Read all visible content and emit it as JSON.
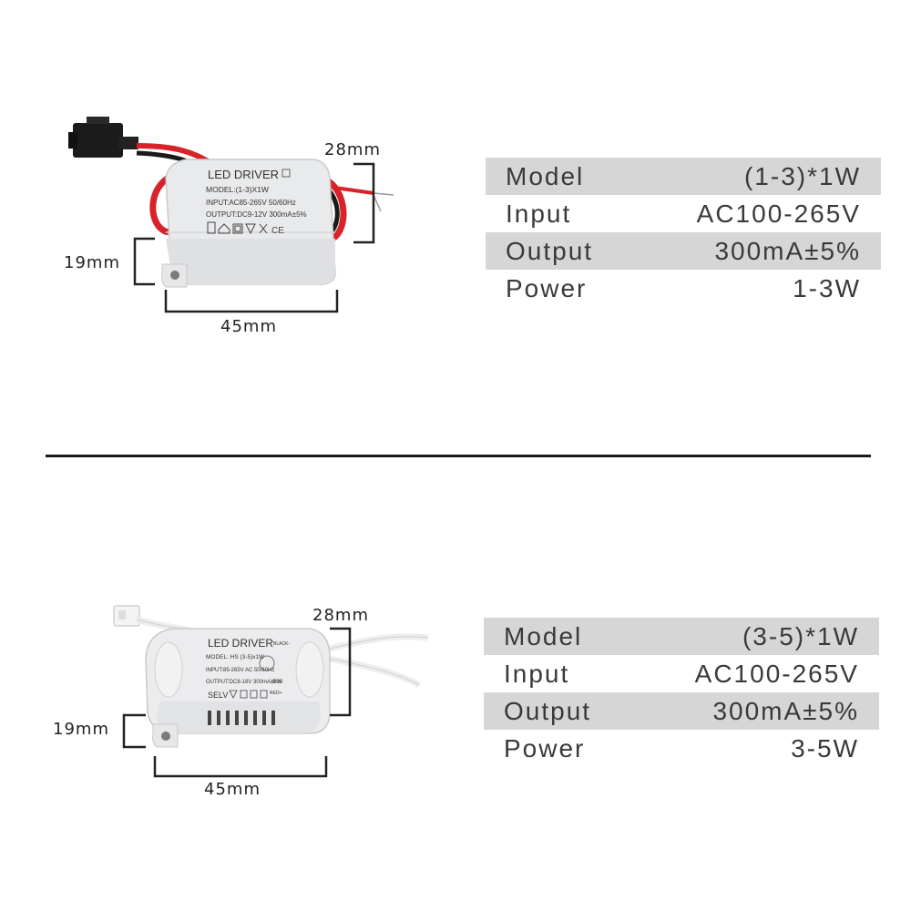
{
  "products": [
    {
      "label": {
        "title": "LED DRIVER",
        "model": "MODEL:(1-3)X1W",
        "input": "INPUT:AC85-265V 50/60Hz",
        "output": "OUTPUT:DC9-12V 300mA±5%"
      },
      "dims": {
        "height": "28mm",
        "side": "19mm",
        "width": "45mm"
      },
      "specs": [
        {
          "name": "Model",
          "value": "(1-3)*1W"
        },
        {
          "name": "Input",
          "value": "AC100-265V"
        },
        {
          "name": "Output",
          "value": "300mA±5%"
        },
        {
          "name": "Power",
          "value": "1-3W"
        }
      ]
    },
    {
      "label": {
        "title": "LED DRIVER",
        "model": "MODEL: HS (3-5)x1W",
        "input": "INPUT:85-265V AC 50/60Hz",
        "output": "OUTPUT:DC8-18V 300mA±5%",
        "ip": "IP20",
        "selv": "SELV",
        "black": "BLACK-",
        "red": "RED+"
      },
      "dims": {
        "height": "28mm",
        "side": "19mm",
        "width": "45mm"
      },
      "specs": [
        {
          "name": "Model",
          "value": "(3-5)*1W"
        },
        {
          "name": "Input",
          "value": "AC100-265V"
        },
        {
          "name": "Output",
          "value": "300mA±5%"
        },
        {
          "name": "Power",
          "value": "3-5W"
        }
      ]
    }
  ],
  "colors": {
    "shade": "#d6d6d6",
    "divider": "#1a1a1a",
    "wire_red": "#d8232a",
    "wire_black": "#1a1a1a",
    "casing": "#e9eaec"
  }
}
